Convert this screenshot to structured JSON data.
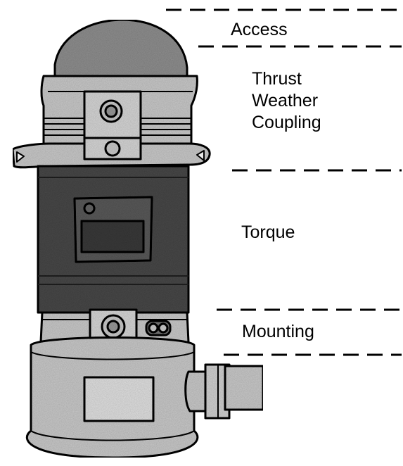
{
  "labels": {
    "access": "Access",
    "section2": [
      "Thrust",
      "Weather",
      "Coupling"
    ],
    "torque": "Torque",
    "mounting": "Mounting"
  },
  "colors": {
    "light_metal": "#c9c9c9",
    "dark_body": "#4a4a4a",
    "dome": "#8f8f8f",
    "outline": "#000000"
  }
}
